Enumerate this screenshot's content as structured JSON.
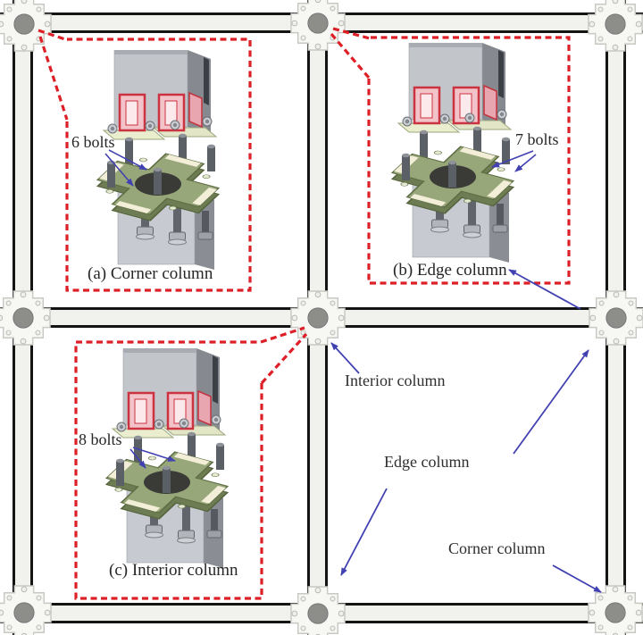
{
  "figure": {
    "callouts": [
      {
        "id": "a",
        "caption": "(a) Corner column",
        "bolts_label": "6 bolts"
      },
      {
        "id": "b",
        "caption": "(b) Edge column",
        "bolts_label": "7 bolts"
      },
      {
        "id": "c",
        "caption": "(c) Interior column",
        "bolts_label": "8 bolts"
      }
    ],
    "annotations": {
      "interior": "Interior column",
      "edge": "Edge column",
      "corner": "Corner column"
    },
    "colors": {
      "callout_red": "#dd2027",
      "arrow_blue": "#4141b2",
      "beam_fill": "#f1f1ee",
      "beam_line": "#141414",
      "node_plate": "#f7f7f3",
      "node_circle": "#8d8d8a",
      "flange_green": "#98a77a",
      "bracket_red": "#cc3340",
      "column_gray": "#c2c6cb"
    }
  }
}
